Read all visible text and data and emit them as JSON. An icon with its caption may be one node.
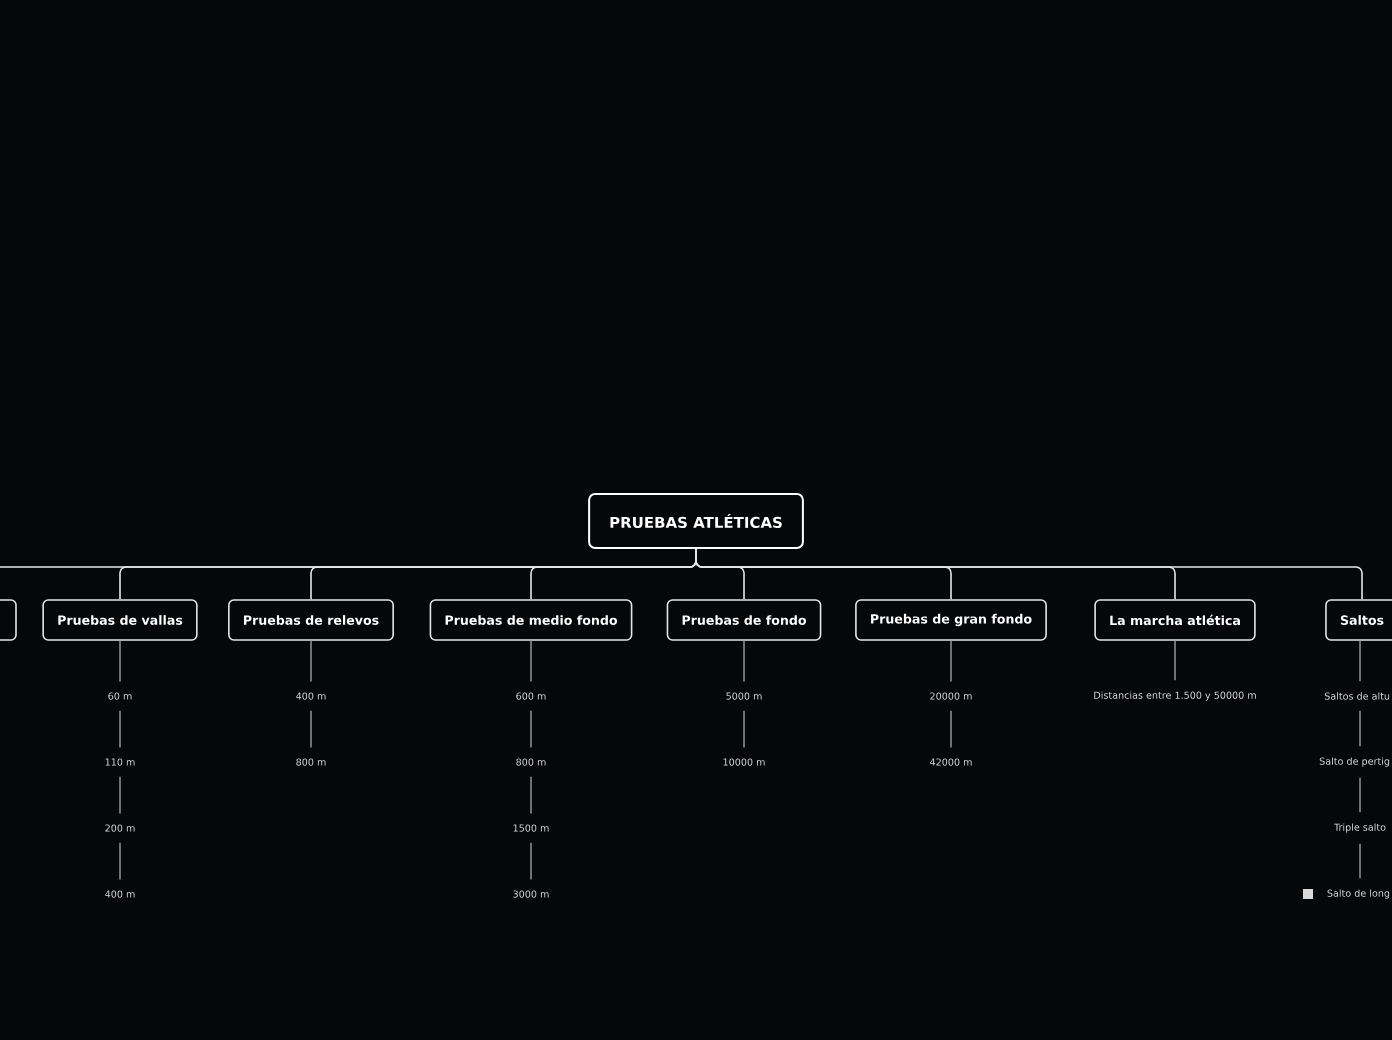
{
  "diagram": {
    "nodes": [
      {
        "text": [
          "PRUEBAS ATLÉTICAS"
        ]
      },
      {
        "text": [],
        "shape": "box"
      },
      {
        "text": [
          "Pruebas de vallas"
        ]
      },
      {
        "text": [
          "60 m"
        ]
      },
      {
        "text": [
          "110 m"
        ]
      },
      {
        "text": [
          "200 m"
        ]
      },
      {
        "text": [
          "400 m"
        ]
      },
      {
        "text": [
          "Pruebas de relevos"
        ]
      },
      {
        "text": [
          "400 m"
        ]
      },
      {
        "text": [
          "800 m"
        ]
      },
      {
        "text": [
          "Pruebas de medio fondo"
        ]
      },
      {
        "text": [
          "600 m"
        ]
      },
      {
        "text": [
          "800 m"
        ]
      },
      {
        "text": [
          "1500 m"
        ]
      },
      {
        "text": [
          "3000 m"
        ]
      },
      {
        "text": [
          "Pruebas de fondo"
        ]
      },
      {
        "text": [
          "5000 m"
        ]
      },
      {
        "text": [
          "10000 m"
        ]
      },
      {
        "text": [
          "Pruebas de gran fondo"
        ]
      },
      {
        "text": [
          "20000 m"
        ]
      },
      {
        "text": [
          "42000 m"
        ]
      },
      {
        "text": [
          "La marcha atlética"
        ]
      },
      {
        "text": [
          "Distancias entre 1.500 y 50000 m"
        ]
      },
      {
        "text": [
          "Saltos"
        ]
      },
      {
        "text": [
          "Saltos de altu"
        ]
      },
      {
        "text": [
          "Salto de pertig"
        ]
      },
      {
        "text": [
          "Triple salto"
        ]
      },
      {
        "text": [
          "Salto de long"
        ]
      }
    ],
    "edges": [
      {
        "from": 0,
        "to": 1,
        "arrow": "none",
        "color": "#e6e6e6"
      },
      {
        "from": 0,
        "to": 2,
        "arrow": "none",
        "color": "#e6e6e6"
      },
      {
        "from": 0,
        "to": 7,
        "arrow": "none",
        "color": "#e6e6e6"
      },
      {
        "from": 0,
        "to": 10,
        "arrow": "none",
        "color": "#e6e6e6"
      },
      {
        "from": 0,
        "to": 15,
        "arrow": "none",
        "color": "#e6e6e6"
      },
      {
        "from": 0,
        "to": 18,
        "arrow": "none",
        "color": "#e6e6e6"
      },
      {
        "from": 0,
        "to": 21,
        "arrow": "none",
        "color": "#e6e6e6"
      },
      {
        "from": 0,
        "to": 23,
        "arrow": "none",
        "color": "#e6e6e6"
      },
      {
        "from": 2,
        "to": 3,
        "arrow": "none"
      },
      {
        "from": 3,
        "to": 4,
        "arrow": "none"
      },
      {
        "from": 4,
        "to": 5,
        "arrow": "none"
      },
      {
        "from": 5,
        "to": 6,
        "arrow": "none"
      },
      {
        "from": 7,
        "to": 8,
        "arrow": "none"
      },
      {
        "from": 8,
        "to": 9,
        "arrow": "none"
      },
      {
        "from": 10,
        "to": 11,
        "arrow": "none"
      },
      {
        "from": 11,
        "to": 12,
        "arrow": "none"
      },
      {
        "from": 12,
        "to": 13,
        "arrow": "none"
      },
      {
        "from": 13,
        "to": 14,
        "arrow": "none"
      },
      {
        "from": 15,
        "to": 16,
        "arrow": "none"
      },
      {
        "from": 16,
        "to": 17,
        "arrow": "none"
      },
      {
        "from": 18,
        "to": 19,
        "arrow": "none"
      },
      {
        "from": 19,
        "to": 20,
        "arrow": "none"
      },
      {
        "from": 21,
        "to": 22,
        "arrow": "none"
      },
      {
        "from": 23,
        "to": 24,
        "arrow": "none"
      },
      {
        "from": 24,
        "to": 25,
        "arrow": "none"
      },
      {
        "from": 25,
        "to": 26,
        "arrow": "none"
      },
      {
        "from": 26,
        "to": 27,
        "arrow": "none"
      }
    ]
  }
}
